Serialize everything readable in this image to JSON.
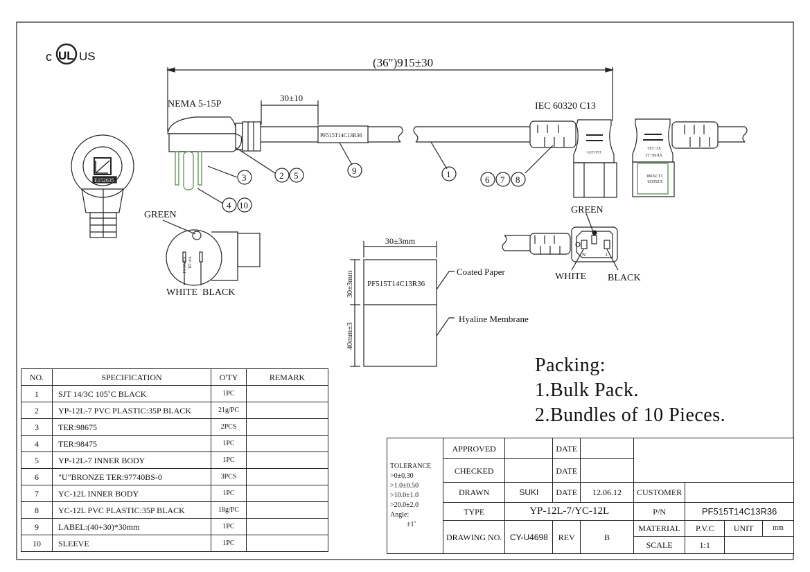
{
  "certification_mark": {
    "left": "c",
    "logo": "UL",
    "right": "US"
  },
  "dimensions": {
    "overall_length": "(36\")915±30",
    "strip_length": "30±10",
    "label_width": "30±3mm",
    "label_height_paper": "30±3mm",
    "label_height_membrane": "40mm±3"
  },
  "plug": {
    "title": "NEMA 5-15P",
    "face_mark": "E152635",
    "face_text": [
      "YUNG LI",
      "YP-12L"
    ],
    "pin_labels": {
      "ground": "GREEN",
      "neutral": "WHITE",
      "live": "BLACK"
    }
  },
  "connector": {
    "title": "IEC 60320 C13",
    "rating_text": "15A 125V~",
    "body_text": [
      "YUNG LI",
      "YC-12L"
    ],
    "cert_text": [
      "E152635",
      "LL76398"
    ],
    "pin_labels": {
      "ground": "GREEN",
      "neutral": "WHITE",
      "live": "BLACK"
    },
    "pin_letters": {
      "neutral": "N",
      "live": "L"
    }
  },
  "callouts": [
    "1",
    "2",
    "3",
    "4",
    "5",
    "6",
    "7",
    "8",
    "9",
    "10"
  ],
  "cable_label": "PF515T14C13R36",
  "label_detail": {
    "text": "PF515T14C13R36",
    "coated": "Coated Paper",
    "membrane": "Hyaline Membrane"
  },
  "packing": {
    "title": "Packing:",
    "items": [
      "1.Bulk Pack.",
      "2.Bundles of 10 Pieces."
    ]
  },
  "spec_table": {
    "headers": [
      "NO.",
      "SPECIFICATION",
      "O'TY",
      "REMARK"
    ],
    "rows": [
      {
        "no": "1",
        "spec": "SJT 14/3C 105˚C BLACK",
        "qty": "1PC",
        "remark": ""
      },
      {
        "no": "2",
        "spec": "YP-12L-7 PVC PLASTIC:35P BLACK",
        "qty": "21g/PC",
        "remark": ""
      },
      {
        "no": "3",
        "spec": "TER:98675",
        "qty": "2PCS",
        "remark": ""
      },
      {
        "no": "4",
        "spec": "TER:98475",
        "qty": "1PC",
        "remark": ""
      },
      {
        "no": "5",
        "spec": "YP-12L-7 INNER BODY",
        "qty": "1PC",
        "remark": ""
      },
      {
        "no": "6",
        "spec": "\"U\"BRONZE TER:97740BS-0",
        "qty": "3PCS",
        "remark": ""
      },
      {
        "no": "7",
        "spec": "YC-12L INNER BODY",
        "qty": "1PC",
        "remark": ""
      },
      {
        "no": "8",
        "spec": "YC-12L PVC PLASTIC:35P BLACK",
        "qty": "18g/PC",
        "remark": ""
      },
      {
        "no": "9",
        "spec": "LABEL:(40+30)*30mm",
        "qty": "1PC",
        "remark": ""
      },
      {
        "no": "10",
        "spec": "SLEEVE",
        "qty": "1PC",
        "remark": ""
      }
    ]
  },
  "title_block": {
    "tolerance": [
      "TOLERANCE",
      ">0±0.30",
      ">1.0±0.50",
      ">10.0±1.0",
      ">20.0±2.0",
      "Angle:",
      "±1˚"
    ],
    "approved_label": "APPROVED",
    "approved": "",
    "checked_label": "CHECKED",
    "checked": "",
    "drawn_label": "DRAWN",
    "drawn": "SUKI",
    "date_label": "DATE",
    "drawn_date": "12.06.12",
    "type_label": "TYPE",
    "type": "YP-12L-7/YC-12L",
    "drawing_no_label": "DRAWING NO.",
    "drawing_no": "CY-U4698",
    "rev_label": "REV",
    "rev": "B",
    "customer_label": "CUSTOMER",
    "customer": "",
    "pn_label": "P/N",
    "pn": "PF515T14C13R36",
    "material_label": "MATERIAL",
    "material": "P.V.C",
    "unit_label": "UNIT",
    "unit": "mm",
    "scale_label": "SCALE",
    "scale": "1:1",
    "projection_symbol": "first-angle-projection-icon"
  }
}
